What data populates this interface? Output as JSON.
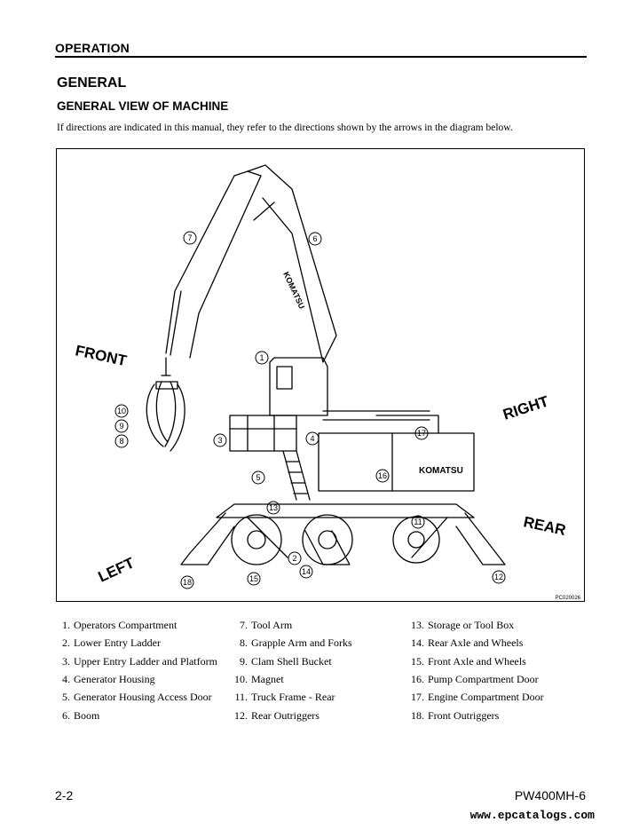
{
  "header": {
    "section": "OPERATION"
  },
  "title": "GENERAL",
  "subtitle": "GENERAL VIEW OF MACHINE",
  "intro": "If directions are indicated in this manual, they refer to the directions shown by the arrows in the diagram below.",
  "figure": {
    "directions": {
      "front": "FRONT",
      "right": "RIGHT",
      "rear": "REAR",
      "left": "LEFT"
    },
    "brand_boom": "KOMATSU",
    "brand_body": "KOMATSU",
    "figure_code": "PC020026",
    "callouts": [
      "1",
      "2",
      "3",
      "4",
      "5",
      "6",
      "7",
      "8",
      "9",
      "10",
      "11",
      "12",
      "13",
      "14",
      "15",
      "16",
      "17",
      "18"
    ]
  },
  "legend": [
    {
      "num": "1.",
      "label": "Operators Compartment"
    },
    {
      "num": "2.",
      "label": "Lower Entry Ladder"
    },
    {
      "num": "3.",
      "label": "Upper Entry Ladder and Platform"
    },
    {
      "num": "4.",
      "label": "Generator Housing"
    },
    {
      "num": "5.",
      "label": "Generator Housing Access Door"
    },
    {
      "num": "6.",
      "label": "Boom"
    },
    {
      "num": "7.",
      "label": "Tool Arm"
    },
    {
      "num": "8.",
      "label": "Grapple Arm and Forks"
    },
    {
      "num": "9.",
      "label": "Clam Shell Bucket"
    },
    {
      "num": "10.",
      "label": "Magnet"
    },
    {
      "num": "11.",
      "label": "Truck Frame - Rear"
    },
    {
      "num": "12.",
      "label": "Rear Outriggers"
    },
    {
      "num": "13.",
      "label": "Storage or Tool Box"
    },
    {
      "num": "14.",
      "label": "Rear Axle and Wheels"
    },
    {
      "num": "15.",
      "label": "Front Axle and Wheels"
    },
    {
      "num": "16.",
      "label": "Pump Compartment Door"
    },
    {
      "num": "17.",
      "label": "Engine Compartment Door"
    },
    {
      "num": "18.",
      "label": "Front Outriggers"
    }
  ],
  "footer": {
    "page": "2-2",
    "model": "PW400MH-6",
    "watermark": "www.epcatalogs.com"
  }
}
